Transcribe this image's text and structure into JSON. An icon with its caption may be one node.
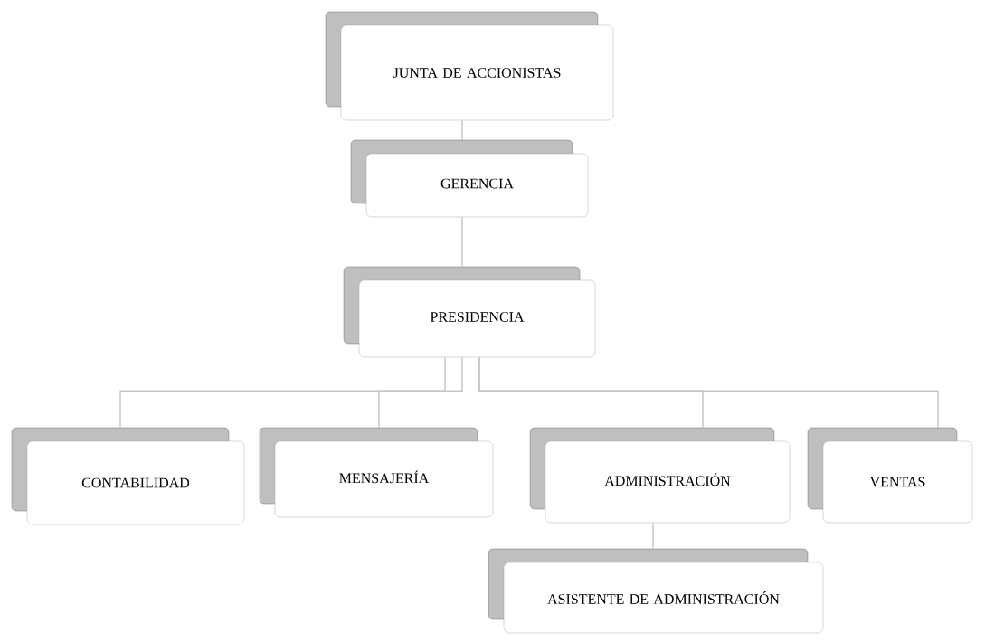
{
  "diagram": {
    "nodes": [
      {
        "text": [
          "JUNTA DE ACCIONISTAS"
        ]
      },
      {
        "text": [
          "GERENCIA"
        ]
      },
      {
        "text": [
          "PRESIDENCIA"
        ]
      },
      {
        "text": [
          "CONTABILIDAD"
        ]
      },
      {
        "text": [
          "MENSAJERÍA"
        ]
      },
      {
        "text": [
          "ADMINISTRACIÓN"
        ]
      },
      {
        "text": [
          "VENTAS"
        ]
      },
      {
        "text": [
          "ASISTENTE DE ADMINISTRACIÓN"
        ]
      }
    ],
    "edges": [
      {
        "from": 0,
        "to": 1,
        "arrow": "none"
      },
      {
        "from": 1,
        "to": 2,
        "arrow": "none"
      },
      {
        "from": 2,
        "to": 3,
        "arrow": "none"
      },
      {
        "from": 2,
        "to": 4,
        "arrow": "none"
      },
      {
        "from": 2,
        "to": 5,
        "arrow": "none"
      },
      {
        "from": 2,
        "to": 6,
        "arrow": "none"
      },
      {
        "from": 5,
        "to": 7,
        "arrow": "none"
      }
    ]
  }
}
